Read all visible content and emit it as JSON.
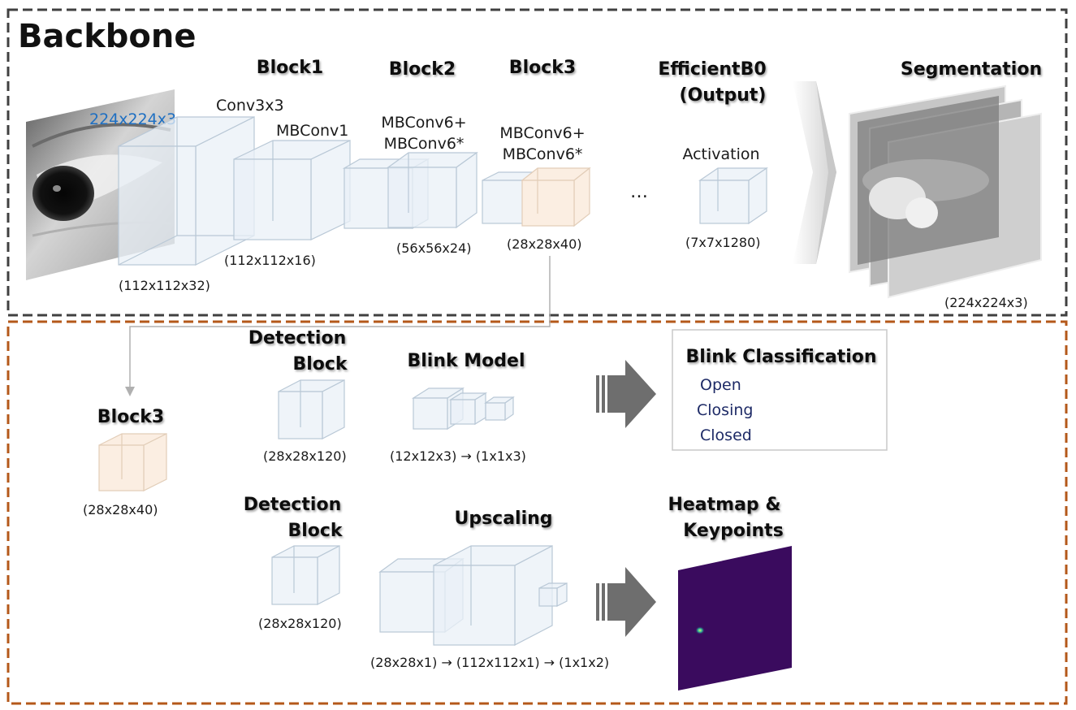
{
  "backbone": {
    "title": "Backbone",
    "input_dims": "224x224x3",
    "block1": {
      "title": "Block1",
      "conv_label": "Conv3x3",
      "mbconv_label": "MBConv1",
      "conv_dims": "(112x112x32)",
      "mbconv_dims": "(112x112x16)"
    },
    "block2": {
      "title": "Block2",
      "label_line1": "MBConv6+",
      "label_line2": "MBConv6*",
      "dims": "(56x56x24)"
    },
    "block3": {
      "title": "Block3",
      "label_line1": "MBConv6+",
      "label_line2": "MBConv6*",
      "dims": "(28x28x40)"
    },
    "ellipsis": "…",
    "output": {
      "title_line1": "EfficientB0",
      "title_line2": "(Output)",
      "label": "Activation",
      "dims": "(7x7x1280)"
    },
    "segmentation": {
      "title": "Segmentation",
      "dims": "(224x224x3)"
    }
  },
  "heads": {
    "block3": {
      "title": "Block3",
      "dims": "(28x28x40)"
    },
    "blink": {
      "detection_line1": "Detection",
      "detection_line2": "Block",
      "detection_dims": "(28x28x120)",
      "model_title": "Blink Model",
      "model_dims": "(12x12x3) → (1x1x3)",
      "classification": {
        "title": "Blink Classification",
        "classes": [
          "Open",
          "Closing",
          "Closed"
        ]
      }
    },
    "keypoint": {
      "detection_line1": "Detection",
      "detection_line2": "Block",
      "detection_dims": "(28x28x120)",
      "upscaling_title": "Upscaling",
      "upscaling_dims": "(28x28x1) → (112x112x1) → (1x1x2)",
      "output_line1": "Heatmap &",
      "output_line2": "Keypoints"
    }
  },
  "colors": {
    "backbone_border": "#404040",
    "heads_border": "#b4581a",
    "box_fill": "#e9f0f7",
    "box_stroke": "#b9c8d6",
    "block3_fill": "#fbeee2",
    "block3_stroke": "#e2cdb8",
    "heatmap_fill": "#3a0b5e",
    "input_dims_color": "#1e6fc2",
    "class_color": "#1d2a66",
    "arrow_gray": "#6e6e6e"
  }
}
